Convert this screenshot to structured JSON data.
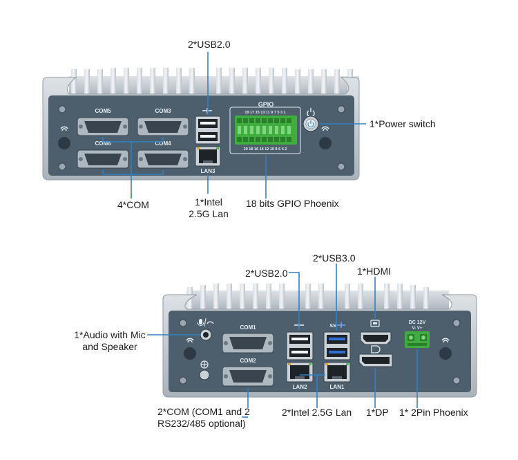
{
  "unit_top": {
    "com_labels": [
      "COM5",
      "COM3",
      "COM6",
      "COM4"
    ],
    "gpio_title": "GPIO",
    "gpio_top_numbers": "19 17 15 13 11 9 7 5 3 1",
    "gpio_bottom_numbers": "20 18 16 14 12 10 8 6 4 2",
    "lan_label": "LAN3",
    "callouts": {
      "usb": "2*USB2.0",
      "power": "1*Power switch",
      "com": "4*COM",
      "lan_line1": "1*Intel",
      "lan_line2": "2.5G Lan",
      "gpio": "18 bits GPIO Phoenix"
    }
  },
  "unit_bottom": {
    "com_labels": [
      "COM1",
      "COM2"
    ],
    "lan_labels": [
      "LAN2",
      "LAN1"
    ],
    "usb3_glyph": "SS",
    "dc_label_line1": "DC 12V",
    "dc_label_line2": "V-  V+",
    "callouts": {
      "usb2": "2*USB2.0",
      "usb3": "2*USB3.0",
      "hdmi": "1*HDMI",
      "audio_line1": "1*Audio with Mic",
      "audio_line2": "and Speaker",
      "com_line1": "2*COM (COM1 and 2",
      "com_line2": "RS232/485 optional)",
      "lan": "2*Intel 2.5G Lan",
      "dp": "1*DP",
      "phoenix": "1* 2Pin Phoenix"
    }
  },
  "colors": {
    "panel": "#4d5e6d",
    "chassis": "#c5ccd3",
    "accent_line": "#2f80c4",
    "gpio_green": "#3fae3f",
    "usb3_blue": "#2f6fd6"
  }
}
